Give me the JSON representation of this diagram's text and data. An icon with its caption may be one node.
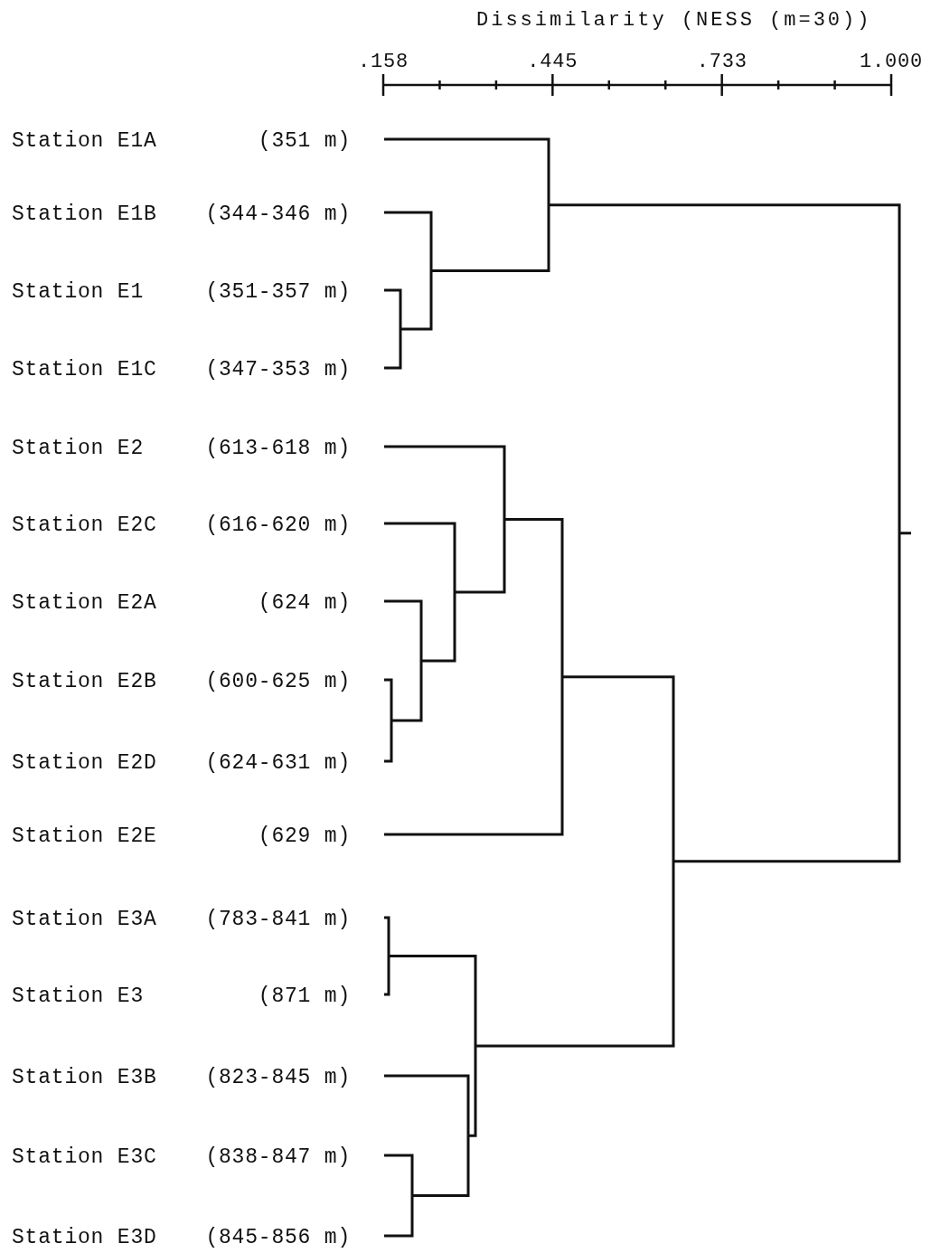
{
  "diagram": {
    "title": "Dissimilarity (NESS (m=30))",
    "labels": [
      ".158",
      ".445",
      ".733",
      "1.000",
      "Station E1A",
      "(351 m)",
      "Station E1B",
      "(344-346 m)",
      "Station E1",
      "(351-357 m)",
      "Station E1C",
      "(347-353 m)",
      "Station E2",
      "(613-618 m)",
      "Station E2C",
      "(616-620 m)",
      "Station E2A",
      "(624 m)",
      "Station E2B",
      "(600-625 m)",
      "Station E2D",
      "(624-631 m)",
      "Station E2E",
      "(629 m)",
      "Station E3A",
      "(783-841 m)",
      "Station E3",
      "(871 m)",
      "Station E3B",
      "(823-845 m)",
      "Station E3C",
      "(838-847 m)",
      "Station E3D",
      "(845-856 m)"
    ]
  }
}
